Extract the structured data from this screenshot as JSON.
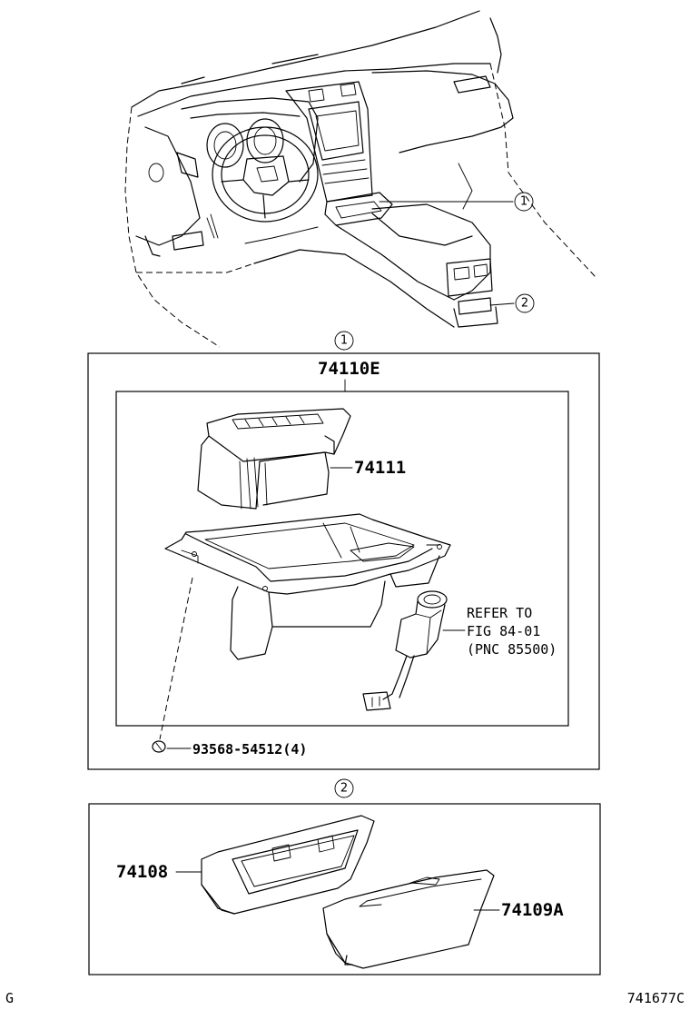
{
  "callouts": {
    "one": "1",
    "two": "2"
  },
  "parts": {
    "assembly": "74110E",
    "tray_insert": "74111",
    "screw": "93568-54512(4)",
    "refer_line1": "REFER TO",
    "refer_line2": "FIG 84-01",
    "refer_line3": "(PNC 85500)",
    "rear_bezel": "74108",
    "rear_ashtray": "74109A"
  },
  "corner": {
    "left": "G",
    "right": "741677C"
  }
}
